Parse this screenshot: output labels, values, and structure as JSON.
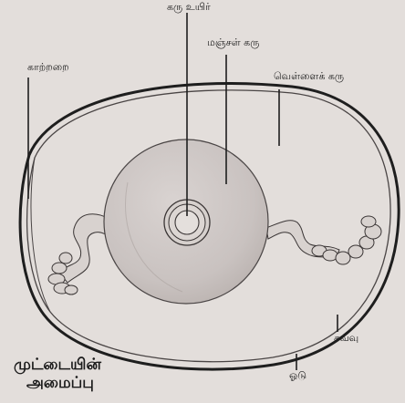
{
  "labels": {
    "embryo": "கரு உயிர்",
    "yolk": "மஞ்சள் கரு",
    "albumen": "வெள்ளைக் கரு",
    "air_cell": "காற்றறை",
    "membrane": "சவ்வு",
    "shell": "ஓடு"
  },
  "title": {
    "line1": "முட்டையின்",
    "line2": "அமைப்பு"
  },
  "colors": {
    "background": "#e3dedb",
    "outline": "#1e1e1e",
    "yolk": "#cdc6c4",
    "chalaza": "#d8d2cf"
  }
}
